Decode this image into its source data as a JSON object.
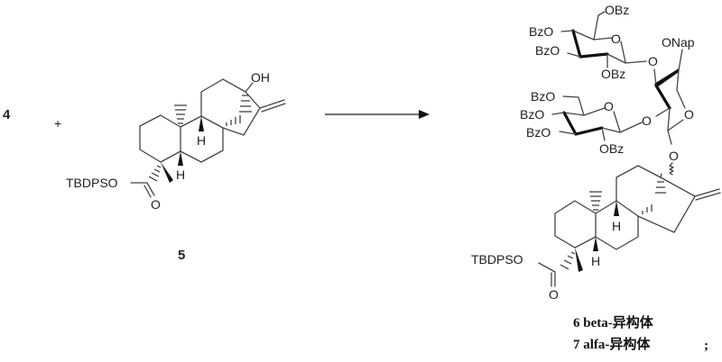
{
  "scheme": {
    "reactant_a": {
      "label": "4"
    },
    "plus": "+",
    "reactant_b": {
      "label": "5",
      "groups": {
        "protecting_group": "TBDPSO",
        "hydroxyl": "OH",
        "carbonyl_oxygen": "O",
        "h_c9": "H",
        "h_c5": "H"
      }
    },
    "arrow": {
      "direction": "right",
      "conditions": ""
    },
    "product": {
      "sugar_top": {
        "c6": "OBz",
        "c4": "BzO",
        "c3": "BzO",
        "c2": "OBz",
        "ring_o": "O",
        "glyco_o": "O"
      },
      "sugar_bottom": {
        "c6": "BzO",
        "c4": "BzO",
        "c3": "BzO",
        "c2": "OBz",
        "ring_o": "O",
        "glyco_o": "O"
      },
      "central_sugar": {
        "protecting_group": "ONap",
        "ring_o": "O",
        "anomeric_o": "O"
      },
      "aglycone": {
        "protecting_group": "TBDPSO",
        "carbonyl_oxygen": "O",
        "h_c9": "H",
        "h_c5": "H"
      }
    },
    "isomer_labels": [
      {
        "number": "6",
        "text": "beta-异构体"
      },
      {
        "number": "7",
        "text": "alfa-异构体"
      }
    ],
    "terminator": ";"
  }
}
